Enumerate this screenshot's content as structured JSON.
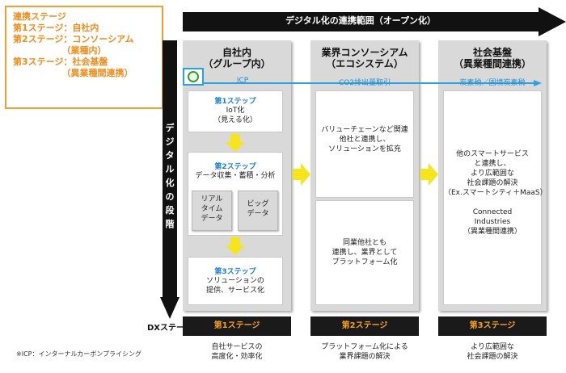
{
  "legend": {
    "lines": [
      "連携ステージ",
      "第1ステージ：自社内",
      "",
      "第2ステージ：コンソーシアム",
      "　　　　　　（業種内）",
      "第3ステージ：社会基盤",
      "　　　　　　（異業種間連携）"
    ]
  },
  "top_arrow_label": "デジタル化の連携範囲（オープン化）",
  "vertical_arrow_label": "デジタル化の段階",
  "columns": [
    {
      "title": "自社内\n（グループ内）",
      "band_label": "ICP"
    },
    {
      "title": "業界コンソーシアム\n（エコシステム）",
      "band_label": "CO2排出量取引"
    },
    {
      "title": "社会基盤\n（異業種間連携）",
      "band_label": "炭素税／国境炭素税"
    }
  ],
  "col1": {
    "step1_title": "第1ステップ",
    "step1_text": "IoT化\n（見える化）",
    "step2_title": "第2ステップ",
    "step2_text": "データ収集・蓄積・分析",
    "realtime": "リアル\nタイム\nデータ",
    "bigdata": "ビッグ\nデータ",
    "step3_title": "第3ステップ",
    "step3_text": "ソリューションの\n提供、サービス化"
  },
  "col2": {
    "upper_text": "バリューチェーンなど関連\n他社と連携し、\nソリューションを拡充",
    "lower_text": "同業他社とも\n連携し、業界として\nプラットフォーム化"
  },
  "col3": {
    "text": "他のスマートサービス\nと連携し、\nより広範囲な\n社会課題の解決\n（Ex.スマートシティ＋MaaS）\n\nConnected\nIndustries\n（異業種間連携）"
  },
  "dx_label": "DXステージ",
  "stages": [
    "第1ステージ",
    "第2ステージ",
    "第3ステージ"
  ],
  "stage_results": [
    "自社サービスの\n高度化・効率化",
    "プラットフォーム化による\n業界課題の解決",
    "より広範囲な\n社会課題の解決"
  ],
  "footnote": "※ICP：インターナルカーボンプライシング",
  "colors": {
    "orange": "#f08c1a",
    "blue": "#1f8fd6",
    "yellow": "#f5e51a",
    "dark": "#1a1a1a"
  }
}
